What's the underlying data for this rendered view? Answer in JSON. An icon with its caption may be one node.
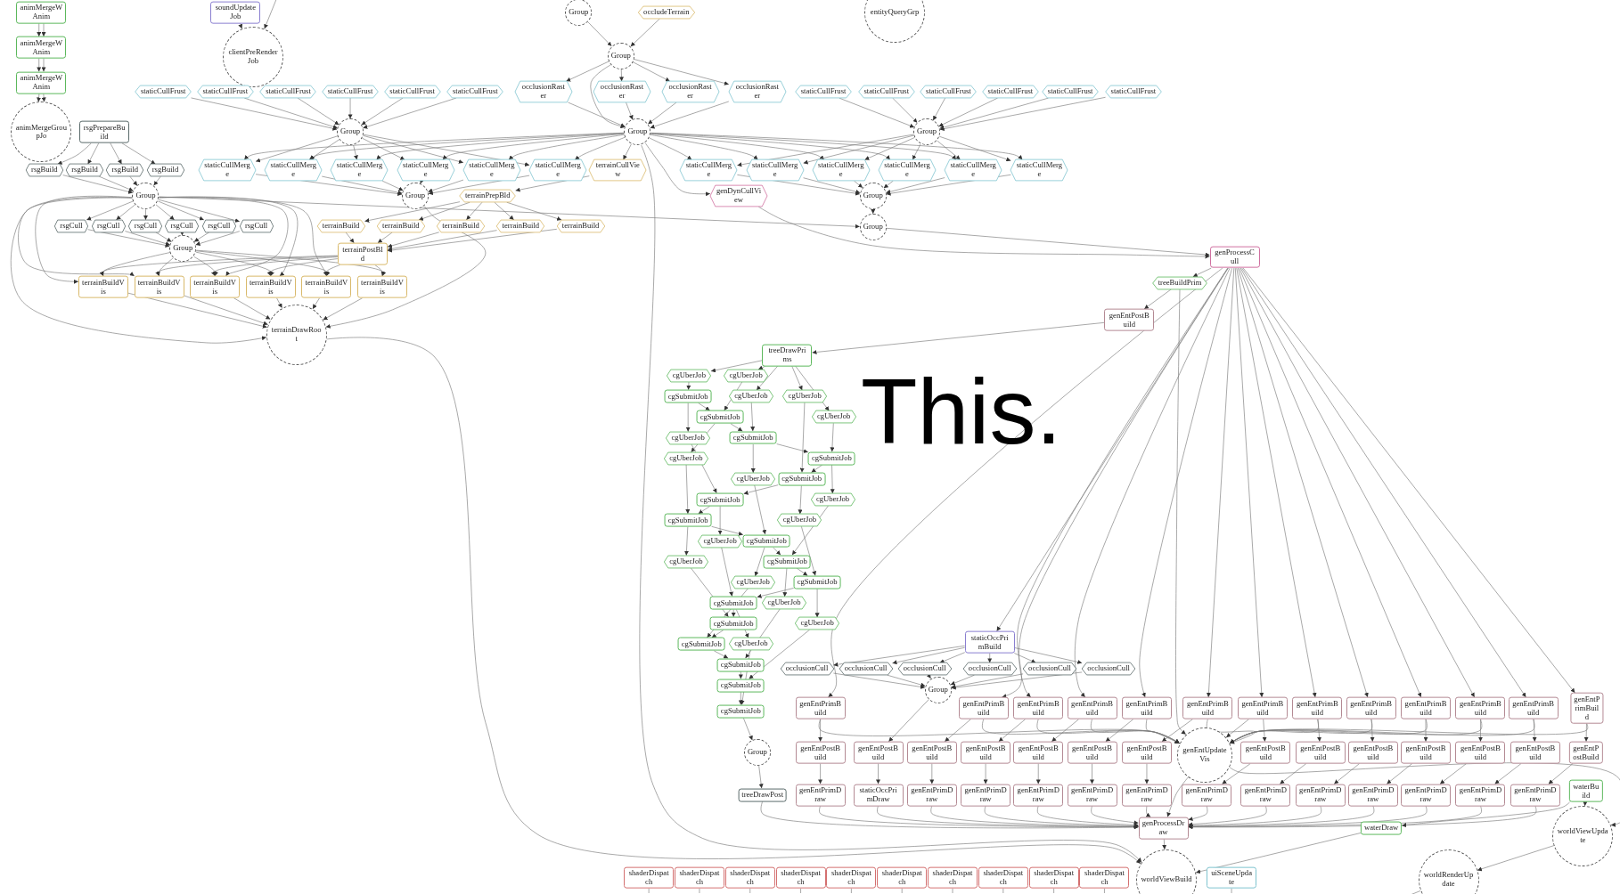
{
  "diagram": {
    "nodes": [
      {
        "text": [
          "animMergeWAnim"
        ]
      },
      {
        "text": [
          "animMergeWAnim"
        ]
      },
      {
        "text": [
          "animMergeWAnim"
        ]
      },
      {
        "text": [
          "animMergeGroupJo"
        ]
      },
      {
        "text": [
          "soundUpdateJob"
        ]
      },
      {
        "text": [
          "clientPreRenderJob"
        ]
      },
      {
        "text": [
          "Group"
        ]
      },
      {
        "text": [
          "occludeTerrain"
        ]
      },
      {
        "text": [
          "entityQueryGrp"
        ]
      },
      {
        "text": [
          "Group"
        ]
      },
      {
        "text": [
          "staticCullFrust"
        ]
      },
      {
        "text": [
          "staticCullFrust"
        ]
      },
      {
        "text": [
          "staticCullFrust"
        ]
      },
      {
        "text": [
          "staticCullFrust"
        ]
      },
      {
        "text": [
          "staticCullFrust"
        ]
      },
      {
        "text": [
          "staticCullFrust"
        ]
      },
      {
        "text": [
          "occlusionRaster"
        ]
      },
      {
        "text": [
          "occlusionRaster"
        ]
      },
      {
        "text": [
          "occlusionRaster"
        ]
      },
      {
        "text": [
          "occlusionRaster"
        ]
      },
      {
        "text": [
          "staticCullFrust"
        ]
      },
      {
        "text": [
          "staticCullFrust"
        ]
      },
      {
        "text": [
          "staticCullFrust"
        ]
      },
      {
        "text": [
          "staticCullFrust"
        ]
      },
      {
        "text": [
          "staticCullFrust"
        ]
      },
      {
        "text": [
          "staticCullFrust"
        ]
      },
      {
        "text": [
          "Group"
        ]
      },
      {
        "text": [
          "Group"
        ]
      },
      {
        "text": [
          "Group"
        ]
      },
      {
        "text": [
          "staticCullMerge"
        ]
      },
      {
        "text": [
          "staticCullMerge"
        ]
      },
      {
        "text": [
          "staticCullMerge"
        ]
      },
      {
        "text": [
          "staticCullMerge"
        ]
      },
      {
        "text": [
          "staticCullMerge"
        ]
      },
      {
        "text": [
          "staticCullMerge"
        ]
      },
      {
        "text": [
          "terrainCullView"
        ]
      },
      {
        "text": [
          "staticCullMerge"
        ]
      },
      {
        "text": [
          "staticCullMerge"
        ]
      },
      {
        "text": [
          "staticCullMerge"
        ]
      },
      {
        "text": [
          "staticCullMerge"
        ]
      },
      {
        "text": [
          "staticCullMerge"
        ]
      },
      {
        "text": [
          "staticCullMerge"
        ]
      },
      {
        "text": [
          "Group"
        ]
      },
      {
        "text": [
          "Group"
        ]
      },
      {
        "text": [
          "genDynCullView"
        ]
      },
      {
        "text": [
          "Group"
        ]
      },
      {
        "text": [
          "rsgPrepareBuild"
        ]
      },
      {
        "text": [
          "rsgBuild"
        ]
      },
      {
        "text": [
          "rsgBuild"
        ]
      },
      {
        "text": [
          "rsgBuild"
        ]
      },
      {
        "text": [
          "rsgBuild"
        ]
      },
      {
        "text": [
          "Group"
        ]
      },
      {
        "text": [
          "rsgCull"
        ]
      },
      {
        "text": [
          "rsgCull"
        ]
      },
      {
        "text": [
          "rsgCull"
        ]
      },
      {
        "text": [
          "rsgCull"
        ]
      },
      {
        "text": [
          "rsgCull"
        ]
      },
      {
        "text": [
          "rsgCull"
        ]
      },
      {
        "text": [
          "Group"
        ]
      },
      {
        "text": [
          "terrainPrepBld"
        ]
      },
      {
        "text": [
          "terrainBuild"
        ]
      },
      {
        "text": [
          "terrainBuild"
        ]
      },
      {
        "text": [
          "terrainBuild"
        ]
      },
      {
        "text": [
          "terrainBuild"
        ]
      },
      {
        "text": [
          "terrainBuild"
        ]
      },
      {
        "text": [
          "terrainPostBld"
        ]
      },
      {
        "text": [
          "terrainBuildVis"
        ]
      },
      {
        "text": [
          "terrainBuildVis"
        ]
      },
      {
        "text": [
          "terrainBuildVis"
        ]
      },
      {
        "text": [
          "terrainBuildVis"
        ]
      },
      {
        "text": [
          "terrainBuildVis"
        ]
      },
      {
        "text": [
          "terrainBuildVis"
        ]
      },
      {
        "text": [
          "terrainDrawRoot"
        ]
      },
      {
        "text": [
          "genProcessCull"
        ]
      },
      {
        "text": [
          "treeBuildPrim"
        ]
      },
      {
        "text": [
          "genEntPostBuild"
        ]
      },
      {
        "text": [
          "treeDrawPrims"
        ]
      },
      {
        "text": [
          "cgUberJob"
        ]
      },
      {
        "text": [
          "cgUberJob"
        ]
      },
      {
        "text": [
          "cgSubmitJob"
        ]
      },
      {
        "text": [
          "cgUberJob"
        ]
      },
      {
        "text": [
          "cgUberJob"
        ]
      },
      {
        "text": [
          "cgSubmitJob"
        ]
      },
      {
        "text": [
          "cgUberJob"
        ]
      },
      {
        "text": [
          "cgUberJob"
        ]
      },
      {
        "text": [
          "cgSubmitJob"
        ]
      },
      {
        "text": [
          "cgUberJob"
        ]
      },
      {
        "text": [
          "cgSubmitJob"
        ]
      },
      {
        "text": [
          "cgUberJob"
        ]
      },
      {
        "text": [
          "cgSubmitJob"
        ]
      },
      {
        "text": [
          "cgSubmitJob"
        ]
      },
      {
        "text": [
          "cgUberJob"
        ]
      },
      {
        "text": [
          "cgSubmitJob"
        ]
      },
      {
        "text": [
          "cgUberJob"
        ]
      },
      {
        "text": [
          "cgUberJob"
        ]
      },
      {
        "text": [
          "cgSubmitJob"
        ]
      },
      {
        "text": [
          "cgUberJob"
        ]
      },
      {
        "text": [
          "cgSubmitJob"
        ]
      },
      {
        "text": [
          "cgUberJob"
        ]
      },
      {
        "text": [
          "cgSubmitJob"
        ]
      },
      {
        "text": [
          "cgSubmitJob"
        ]
      },
      {
        "text": [
          "cgUberJob"
        ]
      },
      {
        "text": [
          "cgSubmitJob"
        ]
      },
      {
        "text": [
          "cgUberJob"
        ]
      },
      {
        "text": [
          "cgSubmitJob"
        ]
      },
      {
        "text": [
          "cgUberJob"
        ]
      },
      {
        "text": [
          "cgSubmitJob"
        ]
      },
      {
        "text": [
          "cgSubmitJob"
        ]
      },
      {
        "text": [
          "cgSubmitJob"
        ]
      },
      {
        "text": [
          "Group"
        ]
      },
      {
        "text": [
          "staticOccPrimBuild"
        ]
      },
      {
        "text": [
          "occlusionCull"
        ]
      },
      {
        "text": [
          "occlusionCull"
        ]
      },
      {
        "text": [
          "occlusionCull"
        ]
      },
      {
        "text": [
          "occlusionCull"
        ]
      },
      {
        "text": [
          "occlusionCull"
        ]
      },
      {
        "text": [
          "occlusionCull"
        ]
      },
      {
        "text": [
          "Group"
        ]
      },
      {
        "text": [
          "genEntPrimBuild"
        ]
      },
      {
        "text": [
          "genEntPrimBuild"
        ]
      },
      {
        "text": [
          "genEntPrimBuild"
        ]
      },
      {
        "text": [
          "genEntPrimBuild"
        ]
      },
      {
        "text": [
          "genEntPrimBuild"
        ]
      },
      {
        "text": [
          "genEntPrimBuild"
        ]
      },
      {
        "text": [
          "genEntPrimBuild"
        ]
      },
      {
        "text": [
          "genEntPrimBuild"
        ]
      },
      {
        "text": [
          "genEntPrimBuild"
        ]
      },
      {
        "text": [
          "genEntPrimBuild"
        ]
      },
      {
        "text": [
          "genEntPrimBuild"
        ]
      },
      {
        "text": [
          "genEntPrimBuild"
        ]
      },
      {
        "text": [
          "genEntPrimBuild"
        ]
      },
      {
        "text": [
          "genEntUpdateVis"
        ]
      },
      {
        "text": [
          "genEntPostBuild"
        ]
      },
      {
        "text": [
          "genEntPostBuild"
        ]
      },
      {
        "text": [
          "genEntPostBuild"
        ]
      },
      {
        "text": [
          "genEntPostBuild"
        ]
      },
      {
        "text": [
          "genEntPostBuild"
        ]
      },
      {
        "text": [
          "genEntPostBuild"
        ]
      },
      {
        "text": [
          "genEntPostBuild"
        ]
      },
      {
        "text": [
          "genEntPostBuild"
        ]
      },
      {
        "text": [
          "genEntPostBuild"
        ]
      },
      {
        "text": [
          "genEntPostBuild"
        ]
      },
      {
        "text": [
          "genEntPostBuild"
        ]
      },
      {
        "text": [
          "genEntPostBuild"
        ]
      },
      {
        "text": [
          "genEntPostBuild"
        ]
      },
      {
        "text": [
          "genEntPostBuild"
        ]
      },
      {
        "text": [
          "treeDrawPost"
        ]
      },
      {
        "text": [
          "genEntPrimDraw"
        ]
      },
      {
        "text": [
          "staticOccPrimDraw"
        ]
      },
      {
        "text": [
          "genEntPrimDraw"
        ]
      },
      {
        "text": [
          "genEntPrimDraw"
        ]
      },
      {
        "text": [
          "genEntPrimDraw"
        ]
      },
      {
        "text": [
          "genEntPrimDraw"
        ]
      },
      {
        "text": [
          "genEntPrimDraw"
        ]
      },
      {
        "text": [
          "genEntPrimDraw"
        ]
      },
      {
        "text": [
          "genEntPrimDraw"
        ]
      },
      {
        "text": [
          "genEntPrimDraw"
        ]
      },
      {
        "text": [
          "genEntPrimDraw"
        ]
      },
      {
        "text": [
          "genEntPrimDraw"
        ]
      },
      {
        "text": [
          "genEntPrimDraw"
        ]
      },
      {
        "text": [
          "genEntPrimDraw"
        ]
      },
      {
        "text": [
          "waterBuild"
        ]
      },
      {
        "text": [
          "genProcessDraw"
        ]
      },
      {
        "text": [
          "waterDraw"
        ]
      },
      {
        "text": [
          "worldViewUpdate"
        ]
      },
      {
        "text": [
          "worldViewBuild"
        ]
      },
      {
        "text": [
          "uiSceneUpdate"
        ]
      },
      {
        "text": [
          "worldRenderUpdate"
        ]
      },
      {
        "text": [
          "shaderDispatch"
        ]
      },
      {
        "text": [
          "shaderDispatch"
        ]
      },
      {
        "text": [
          "shaderDispatch"
        ]
      },
      {
        "text": [
          "shaderDispatch"
        ]
      },
      {
        "text": [
          "shaderDispatch"
        ]
      },
      {
        "text": [
          "shaderDispatch"
        ]
      },
      {
        "text": [
          "shaderDispatch"
        ]
      },
      {
        "text": [
          "shaderDispatch"
        ]
      },
      {
        "text": [
          "shaderDispatch"
        ]
      },
      {
        "text": [
          "shaderDispatch"
        ]
      }
    ],
    "edges": [
      {
        "from": 0,
        "to": 1,
        "arrow": "to"
      },
      {
        "from": 0,
        "to": 1,
        "arrow": "to"
      },
      {
        "from": 1,
        "to": 2,
        "arrow": "to"
      },
      {
        "from": 1,
        "to": 2,
        "arrow": "to"
      },
      {
        "from": 2,
        "to": 3,
        "arrow": "to"
      },
      {
        "from": 2,
        "to": 3,
        "arrow": "to"
      },
      {
        "from": 4,
        "to": 5,
        "arrow": "to"
      },
      {
        "from": null,
        "to": 5,
        "arrow": "to"
      },
      {
        "from": 6,
        "to": 9,
        "arrow": "to"
      },
      {
        "from": 7,
        "to": 9,
        "arrow": "to"
      },
      {
        "from": 10,
        "to": 26,
        "arrow": "to"
      },
      {
        "from": 11,
        "to": 26,
        "arrow": "to"
      },
      {
        "from": 12,
        "to": 26,
        "arrow": "to"
      },
      {
        "from": 13,
        "to": 26,
        "arrow": "to"
      },
      {
        "from": 14,
        "to": 26,
        "arrow": "to"
      },
      {
        "from": 15,
        "to": 26,
        "arrow": "to"
      },
      {
        "from": 9,
        "to": 16,
        "arrow": "to"
      },
      {
        "from": 9,
        "to": 17,
        "arrow": "to"
      },
      {
        "from": 9,
        "to": 18,
        "arrow": "to"
      },
      {
        "from": 9,
        "to": 19,
        "arrow": "to"
      },
      {
        "from": 9,
        "to": 27,
        "arrow": "to"
      },
      {
        "from": 16,
        "to": 27,
        "arrow": "to"
      },
      {
        "from": 17,
        "to": 27,
        "arrow": "to"
      },
      {
        "from": 18,
        "to": 27,
        "arrow": "to"
      },
      {
        "from": 19,
        "to": 27,
        "arrow": "to"
      },
      {
        "from": 20,
        "to": 28,
        "arrow": "to"
      },
      {
        "from": 21,
        "to": 28,
        "arrow": "to"
      },
      {
        "from": 22,
        "to": 28,
        "arrow": "to"
      },
      {
        "from": 23,
        "to": 28,
        "arrow": "to"
      },
      {
        "from": 24,
        "to": 28,
        "arrow": "to"
      },
      {
        "from": 25,
        "to": 28,
        "arrow": "to"
      },
      {
        "from": 26,
        "to": 29,
        "arrow": "to"
      },
      {
        "from": 26,
        "to": 30,
        "arrow": "to"
      },
      {
        "from": 26,
        "to": 31,
        "arrow": "to"
      },
      {
        "from": 26,
        "to": 32,
        "arrow": "to"
      },
      {
        "from": 26,
        "to": 33,
        "arrow": "to"
      },
      {
        "from": 26,
        "to": 34,
        "arrow": "to"
      },
      {
        "from": 27,
        "to": 29,
        "arrow": "to"
      },
      {
        "from": 27,
        "to": 30,
        "arrow": "to"
      },
      {
        "from": 27,
        "to": 31,
        "arrow": "to"
      },
      {
        "from": 27,
        "to": 32,
        "arrow": "to"
      },
      {
        "from": 27,
        "to": 33,
        "arrow": "to"
      },
      {
        "from": 27,
        "to": 34,
        "arrow": "to"
      },
      {
        "from": 27,
        "to": 35,
        "arrow": "to"
      },
      {
        "from": 27,
        "to": 36,
        "arrow": "to"
      },
      {
        "from": 27,
        "to": 37,
        "arrow": "to"
      },
      {
        "from": 27,
        "to": 38,
        "arrow": "to"
      },
      {
        "from": 27,
        "to": 39,
        "arrow": "to"
      },
      {
        "from": 27,
        "to": 40,
        "arrow": "to"
      },
      {
        "from": 27,
        "to": 41,
        "arrow": "to"
      },
      {
        "from": 27,
        "to": 44,
        "arrow": "to"
      },
      {
        "from": 27,
        "to": 165,
        "arrow": "to"
      },
      {
        "from": 28,
        "to": 36,
        "arrow": "to"
      },
      {
        "from": 28,
        "to": 37,
        "arrow": "to"
      },
      {
        "from": 28,
        "to": 38,
        "arrow": "to"
      },
      {
        "from": 28,
        "to": 39,
        "arrow": "to"
      },
      {
        "from": 28,
        "to": 40,
        "arrow": "to"
      },
      {
        "from": 28,
        "to": 41,
        "arrow": "to"
      },
      {
        "from": 29,
        "to": 42,
        "arrow": "to"
      },
      {
        "from": 30,
        "to": 42,
        "arrow": "to"
      },
      {
        "from": 31,
        "to": 42,
        "arrow": "to"
      },
      {
        "from": 32,
        "to": 42,
        "arrow": "to"
      },
      {
        "from": 33,
        "to": 42,
        "arrow": "to"
      },
      {
        "from": 34,
        "to": 42,
        "arrow": "to"
      },
      {
        "from": 36,
        "to": 43,
        "arrow": "to"
      },
      {
        "from": 37,
        "to": 43,
        "arrow": "to"
      },
      {
        "from": 38,
        "to": 43,
        "arrow": "to"
      },
      {
        "from": 39,
        "to": 43,
        "arrow": "to"
      },
      {
        "from": 40,
        "to": 43,
        "arrow": "to"
      },
      {
        "from": 41,
        "to": 43,
        "arrow": "to"
      },
      {
        "from": 43,
        "to": 45,
        "arrow": "to"
      },
      {
        "from": 44,
        "to": 73,
        "arrow": "to"
      },
      {
        "from": 45,
        "to": 73,
        "arrow": "to"
      },
      {
        "from": 46,
        "to": 47,
        "arrow": "to"
      },
      {
        "from": 46,
        "to": 48,
        "arrow": "to"
      },
      {
        "from": 46,
        "to": 49,
        "arrow": "to"
      },
      {
        "from": 46,
        "to": 50,
        "arrow": "to"
      },
      {
        "from": 47,
        "to": 51,
        "arrow": "to"
      },
      {
        "from": 48,
        "to": 51,
        "arrow": "to"
      },
      {
        "from": 49,
        "to": 51,
        "arrow": "to"
      },
      {
        "from": 50,
        "to": 51,
        "arrow": "to"
      },
      {
        "from": 51,
        "to": 52,
        "arrow": "to"
      },
      {
        "from": 51,
        "to": 53,
        "arrow": "to"
      },
      {
        "from": 51,
        "to": 54,
        "arrow": "to"
      },
      {
        "from": 51,
        "to": 55,
        "arrow": "to"
      },
      {
        "from": 51,
        "to": 56,
        "arrow": "to"
      },
      {
        "from": 51,
        "to": 57,
        "arrow": "to"
      },
      {
        "from": 52,
        "to": 58,
        "arrow": "to"
      },
      {
        "from": 53,
        "to": 58,
        "arrow": "to"
      },
      {
        "from": 54,
        "to": 58,
        "arrow": "to"
      },
      {
        "from": 55,
        "to": 58,
        "arrow": "to"
      },
      {
        "from": 56,
        "to": 58,
        "arrow": "to"
      },
      {
        "from": 57,
        "to": 58,
        "arrow": "to"
      },
      {
        "from": 51,
        "to": 66,
        "arrow": "to"
      },
      {
        "from": 51,
        "to": 67,
        "arrow": "to"
      },
      {
        "from": 51,
        "to": 68,
        "arrow": "to"
      },
      {
        "from": 51,
        "to": 69,
        "arrow": "to"
      },
      {
        "from": 51,
        "to": 70,
        "arrow": "to"
      },
      {
        "from": 51,
        "to": 72,
        "arrow": "to"
      },
      {
        "from": 51,
        "to": 45,
        "arrow": "to"
      },
      {
        "from": 58,
        "to": 66,
        "arrow": "to"
      },
      {
        "from": 58,
        "to": 67,
        "arrow": "to"
      },
      {
        "from": 58,
        "to": 68,
        "arrow": "to"
      },
      {
        "from": 58,
        "to": 69,
        "arrow": "to"
      },
      {
        "from": 58,
        "to": 70,
        "arrow": "to"
      },
      {
        "from": 58,
        "to": 71,
        "arrow": "to"
      },
      {
        "from": 35,
        "to": 59,
        "arrow": "to"
      },
      {
        "from": 59,
        "to": 60,
        "arrow": "to"
      },
      {
        "from": 59,
        "to": 61,
        "arrow": "to"
      },
      {
        "from": 59,
        "to": 62,
        "arrow": "to"
      },
      {
        "from": 59,
        "to": 63,
        "arrow": "to"
      },
      {
        "from": 59,
        "to": 64,
        "arrow": "to"
      },
      {
        "from": 60,
        "to": 65,
        "arrow": "to"
      },
      {
        "from": 61,
        "to": 65,
        "arrow": "to"
      },
      {
        "from": 62,
        "to": 65,
        "arrow": "to"
      },
      {
        "from": 63,
        "to": 65,
        "arrow": "to"
      },
      {
        "from": 64,
        "to": 65,
        "arrow": "to"
      },
      {
        "from": 65,
        "to": 66,
        "arrow": "to"
      },
      {
        "from": 65,
        "to": 67,
        "arrow": "to"
      },
      {
        "from": 65,
        "to": 68,
        "arrow": "to"
      },
      {
        "from": 65,
        "to": 69,
        "arrow": "to"
      },
      {
        "from": 65,
        "to": 70,
        "arrow": "to"
      },
      {
        "from": 65,
        "to": 71,
        "arrow": "to"
      },
      {
        "from": 66,
        "to": 72,
        "arrow": "to"
      },
      {
        "from": 67,
        "to": 72,
        "arrow": "to"
      },
      {
        "from": 68,
        "to": 72,
        "arrow": "to"
      },
      {
        "from": 69,
        "to": 72,
        "arrow": "to"
      },
      {
        "from": 70,
        "to": 72,
        "arrow": "to"
      },
      {
        "from": 71,
        "to": 72,
        "arrow": "to"
      },
      {
        "from": 42,
        "to": 72,
        "arrow": "to"
      },
      {
        "from": 72,
        "to": 165,
        "arrow": "to"
      },
      {
        "from": 73,
        "to": 74,
        "arrow": "to"
      },
      {
        "from": 74,
        "to": 75,
        "arrow": "to"
      },
      {
        "from": 75,
        "to": 76,
        "arrow": "to"
      },
      {
        "from": 74,
        "to": 131,
        "arrow": "to"
      },
      {
        "from": 73,
        "to": 110,
        "arrow": "to"
      },
      {
        "from": 73,
        "to": 118,
        "arrow": "to"
      },
      {
        "from": 73,
        "to": 119,
        "arrow": "to"
      },
      {
        "from": 73,
        "to": 120,
        "arrow": "to"
      },
      {
        "from": 73,
        "to": 121,
        "arrow": "to"
      },
      {
        "from": 73,
        "to": 122,
        "arrow": "to"
      },
      {
        "from": 73,
        "to": 123,
        "arrow": "to"
      },
      {
        "from": 73,
        "to": 124,
        "arrow": "to"
      },
      {
        "from": 73,
        "to": 125,
        "arrow": "to"
      },
      {
        "from": 73,
        "to": 126,
        "arrow": "to"
      },
      {
        "from": 73,
        "to": 127,
        "arrow": "to"
      },
      {
        "from": 73,
        "to": 128,
        "arrow": "to"
      },
      {
        "from": 73,
        "to": 129,
        "arrow": "to"
      },
      {
        "from": 73,
        "to": 130,
        "arrow": "to"
      },
      {
        "from": 76,
        "to": 77,
        "arrow": "to"
      },
      {
        "from": 76,
        "to": 78,
        "arrow": "to"
      },
      {
        "from": 76,
        "to": 80,
        "arrow": "to"
      },
      {
        "from": 76,
        "to": 81,
        "arrow": "to"
      },
      {
        "from": 76,
        "to": 83,
        "arrow": "to"
      },
      {
        "from": 77,
        "to": 79,
        "arrow": "to"
      },
      {
        "from": 78,
        "to": 82,
        "arrow": "to"
      },
      {
        "from": 79,
        "to": 82,
        "arrow": "to"
      },
      {
        "from": 79,
        "to": 84,
        "arrow": "to"
      },
      {
        "from": 80,
        "to": 85,
        "arrow": "to"
      },
      {
        "from": 82,
        "to": 85,
        "arrow": "to"
      },
      {
        "from": 82,
        "to": 86,
        "arrow": "to"
      },
      {
        "from": 84,
        "to": 90,
        "arrow": "to"
      },
      {
        "from": 81,
        "to": 89,
        "arrow": "to"
      },
      {
        "from": 83,
        "to": 87,
        "arrow": "to"
      },
      {
        "from": 85,
        "to": 88,
        "arrow": "to"
      },
      {
        "from": 85,
        "to": 87,
        "arrow": "to"
      },
      {
        "from": 86,
        "to": 92,
        "arrow": "to"
      },
      {
        "from": 87,
        "to": 89,
        "arrow": "to"
      },
      {
        "from": 87,
        "to": 91,
        "arrow": "to"
      },
      {
        "from": 88,
        "to": 95,
        "arrow": "to"
      },
      {
        "from": 89,
        "to": 90,
        "arrow": "to"
      },
      {
        "from": 89,
        "to": 93,
        "arrow": "to"
      },
      {
        "from": 90,
        "to": 92,
        "arrow": "to"
      },
      {
        "from": 90,
        "to": 94,
        "arrow": "to"
      },
      {
        "from": 91,
        "to": 97,
        "arrow": "to"
      },
      {
        "from": 92,
        "to": 96,
        "arrow": "to"
      },
      {
        "from": 92,
        "to": 95,
        "arrow": "to"
      },
      {
        "from": 93,
        "to": 99,
        "arrow": "to"
      },
      {
        "from": 94,
        "to": 100,
        "arrow": "to"
      },
      {
        "from": 95,
        "to": 97,
        "arrow": "to"
      },
      {
        "from": 95,
        "to": 98,
        "arrow": "to"
      },
      {
        "from": 96,
        "to": 102,
        "arrow": "to"
      },
      {
        "from": 97,
        "to": 99,
        "arrow": "to"
      },
      {
        "from": 97,
        "to": 101,
        "arrow": "to"
      },
      {
        "from": 98,
        "to": 104,
        "arrow": "to"
      },
      {
        "from": 99,
        "to": 100,
        "arrow": "to"
      },
      {
        "from": 99,
        "to": 103,
        "arrow": "to"
      },
      {
        "from": 100,
        "to": 102,
        "arrow": "to"
      },
      {
        "from": 100,
        "to": 105,
        "arrow": "to"
      },
      {
        "from": 101,
        "to": 106,
        "arrow": "to"
      },
      {
        "from": 102,
        "to": 104,
        "arrow": "to"
      },
      {
        "from": 103,
        "to": 107,
        "arrow": "to"
      },
      {
        "from": 104,
        "to": 106,
        "arrow": "to"
      },
      {
        "from": 105,
        "to": 108,
        "arrow": "to"
      },
      {
        "from": 106,
        "to": 107,
        "arrow": "to"
      },
      {
        "from": 107,
        "to": 108,
        "arrow": "to"
      },
      {
        "from": 108,
        "to": 109,
        "arrow": "to"
      },
      {
        "from": 109,
        "to": 146,
        "arrow": "to"
      },
      {
        "from": 110,
        "to": 111,
        "arrow": "to"
      },
      {
        "from": 110,
        "to": 112,
        "arrow": "to"
      },
      {
        "from": 110,
        "to": 113,
        "arrow": "to"
      },
      {
        "from": 110,
        "to": 114,
        "arrow": "to"
      },
      {
        "from": 110,
        "to": 115,
        "arrow": "to"
      },
      {
        "from": 110,
        "to": 116,
        "arrow": "to"
      },
      {
        "from": 111,
        "to": 117,
        "arrow": "to"
      },
      {
        "from": 112,
        "to": 117,
        "arrow": "to"
      },
      {
        "from": 113,
        "to": 117,
        "arrow": "to"
      },
      {
        "from": 114,
        "to": 117,
        "arrow": "to"
      },
      {
        "from": 115,
        "to": 117,
        "arrow": "to"
      },
      {
        "from": 116,
        "to": 117,
        "arrow": "to"
      },
      {
        "from": 117,
        "to": 133,
        "arrow": "to"
      },
      {
        "from": 118,
        "to": 132,
        "arrow": "to"
      },
      {
        "from": 119,
        "to": 134,
        "arrow": "to"
      },
      {
        "from": 120,
        "to": 135,
        "arrow": "to"
      },
      {
        "from": 121,
        "to": 136,
        "arrow": "to"
      },
      {
        "from": 122,
        "to": 137,
        "arrow": "to"
      },
      {
        "from": 123,
        "to": 138,
        "arrow": "to"
      },
      {
        "from": 124,
        "to": 139,
        "arrow": "to"
      },
      {
        "from": 125,
        "to": 140,
        "arrow": "to"
      },
      {
        "from": 126,
        "to": 141,
        "arrow": "to"
      },
      {
        "from": 127,
        "to": 142,
        "arrow": "to"
      },
      {
        "from": 128,
        "to": 143,
        "arrow": "to"
      },
      {
        "from": 129,
        "to": 144,
        "arrow": "to"
      },
      {
        "from": 130,
        "to": 145,
        "arrow": "to"
      },
      {
        "from": 118,
        "to": 131,
        "arrow": "to"
      },
      {
        "from": 119,
        "to": 131,
        "arrow": "to"
      },
      {
        "from": 120,
        "to": 131,
        "arrow": "to"
      },
      {
        "from": 121,
        "to": 131,
        "arrow": "to"
      },
      {
        "from": 122,
        "to": 131,
        "arrow": "to"
      },
      {
        "from": 123,
        "to": 131,
        "arrow": "to"
      },
      {
        "from": 124,
        "to": 131,
        "arrow": "to"
      },
      {
        "from": 125,
        "to": 131,
        "arrow": "to"
      },
      {
        "from": 126,
        "to": 131,
        "arrow": "to"
      },
      {
        "from": 127,
        "to": 131,
        "arrow": "to"
      },
      {
        "from": 128,
        "to": 131,
        "arrow": "to"
      },
      {
        "from": 129,
        "to": 131,
        "arrow": "to"
      },
      {
        "from": 130,
        "to": 131,
        "arrow": "to"
      },
      {
        "from": 132,
        "to": 147,
        "arrow": "to"
      },
      {
        "from": 133,
        "to": 148,
        "arrow": "to"
      },
      {
        "from": 134,
        "to": 149,
        "arrow": "to"
      },
      {
        "from": 135,
        "to": 150,
        "arrow": "to"
      },
      {
        "from": 136,
        "to": 151,
        "arrow": "to"
      },
      {
        "from": 137,
        "to": 152,
        "arrow": "to"
      },
      {
        "from": 138,
        "to": 153,
        "arrow": "to"
      },
      {
        "from": 139,
        "to": 154,
        "arrow": "to"
      },
      {
        "from": 140,
        "to": 155,
        "arrow": "to"
      },
      {
        "from": 141,
        "to": 156,
        "arrow": "to"
      },
      {
        "from": 142,
        "to": 157,
        "arrow": "to"
      },
      {
        "from": 143,
        "to": 158,
        "arrow": "to"
      },
      {
        "from": 144,
        "to": 159,
        "arrow": "to"
      },
      {
        "from": 145,
        "to": 160,
        "arrow": "to"
      },
      {
        "from": 146,
        "to": 162,
        "arrow": "to"
      },
      {
        "from": 147,
        "to": 162,
        "arrow": "to"
      },
      {
        "from": 148,
        "to": 162,
        "arrow": "to"
      },
      {
        "from": 149,
        "to": 162,
        "arrow": "to"
      },
      {
        "from": 150,
        "to": 162,
        "arrow": "to"
      },
      {
        "from": 151,
        "to": 162,
        "arrow": "to"
      },
      {
        "from": 152,
        "to": 162,
        "arrow": "to"
      },
      {
        "from": 153,
        "to": 162,
        "arrow": "to"
      },
      {
        "from": 154,
        "to": 162,
        "arrow": "to"
      },
      {
        "from": 155,
        "to": 162,
        "arrow": "to"
      },
      {
        "from": 156,
        "to": 162,
        "arrow": "to"
      },
      {
        "from": 157,
        "to": 162,
        "arrow": "to"
      },
      {
        "from": 158,
        "to": 162,
        "arrow": "to"
      },
      {
        "from": 159,
        "to": 162,
        "arrow": "to"
      },
      {
        "from": 160,
        "to": 162,
        "arrow": "to"
      },
      {
        "from": 131,
        "to": 162,
        "arrow": "to"
      },
      {
        "from": 131,
        "to": 164,
        "arrow": "to"
      },
      {
        "from": 161,
        "to": 163,
        "arrow": "to"
      },
      {
        "from": 161,
        "to": 164,
        "arrow": "to"
      },
      {
        "from": 163,
        "to": 165,
        "arrow": "to"
      },
      {
        "from": 162,
        "to": 165,
        "arrow": "to"
      },
      {
        "from": 164,
        "to": 167,
        "arrow": "to"
      },
      {
        "from": 166,
        "to": null,
        "arrow": "none"
      },
      {
        "from": 167,
        "to": null,
        "arrow": "none"
      },
      {
        "from": 168,
        "to": null,
        "arrow": "none"
      },
      {
        "from": 169,
        "to": null,
        "arrow": "none"
      },
      {
        "from": 170,
        "to": null,
        "arrow": "none"
      },
      {
        "from": 171,
        "to": null,
        "arrow": "none"
      },
      {
        "from": 172,
        "to": null,
        "arrow": "none"
      },
      {
        "from": 173,
        "to": null,
        "arrow": "none"
      },
      {
        "from": 174,
        "to": null,
        "arrow": "none"
      },
      {
        "from": 175,
        "to": null,
        "arrow": "none"
      },
      {
        "from": 176,
        "to": null,
        "arrow": "none"
      },
      {
        "from": 177,
        "to": null,
        "arrow": "none"
      }
    ],
    "labels": [
      "This."
    ]
  }
}
